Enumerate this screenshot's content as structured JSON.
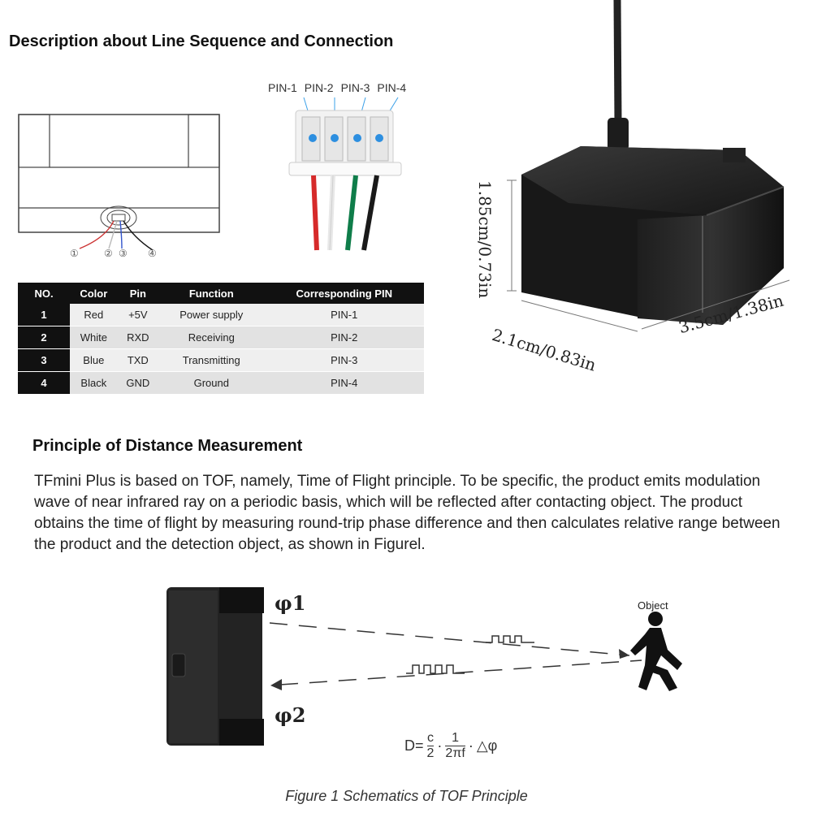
{
  "headings": {
    "line_sequence": "Description about Line Sequence and Connection",
    "principle": "Principle of Distance Measurement"
  },
  "connector": {
    "pin_labels": [
      "PIN-1",
      "PIN-2",
      "PIN-3",
      "PIN-4"
    ],
    "wire_colors": [
      "#d62a2a",
      "#f0f0f0",
      "#0f7d4a",
      "#1a1a1a"
    ],
    "circled_numbers": [
      "①",
      "②",
      "③",
      "④"
    ]
  },
  "table": {
    "headers": [
      "NO.",
      "Color",
      "Pin",
      "Function",
      "Corresponding PIN"
    ],
    "rows": [
      [
        "1",
        "Red",
        "+5V",
        "Power supply",
        "PIN-1"
      ],
      [
        "2",
        "White",
        "RXD",
        "Receiving",
        "PIN-2"
      ],
      [
        "3",
        "Blue",
        "TXD",
        "Transmitting",
        "PIN-3"
      ],
      [
        "4",
        "Black",
        "GND",
        "Ground",
        "PIN-4"
      ]
    ]
  },
  "dimensions": {
    "height": "1.85cm/0.73in",
    "depth": "2.1cm/0.83in",
    "width": "3.5cm/1.38in"
  },
  "principle_text": "TFmini Plus is based on TOF, namely, Time of Flight principle. To be specific, the product emits modulation wave of near infrared ray on a periodic basis, which will be reflected after contacting object. The product obtains the time of flight by measuring round-trip phase difference and then calculates relative range between the product and the detection object, as shown in Figurel.",
  "diagram": {
    "phi1": "φ1",
    "phi2": "φ2",
    "object_label": "Object",
    "formula": {
      "lhs": "D=",
      "c": "c",
      "two": "2",
      "one": "1",
      "two_pi_f": "2πf",
      "delta_phi": "△φ",
      "dot": "·"
    }
  },
  "caption": "Figure 1 Schematics of TOF Principle"
}
